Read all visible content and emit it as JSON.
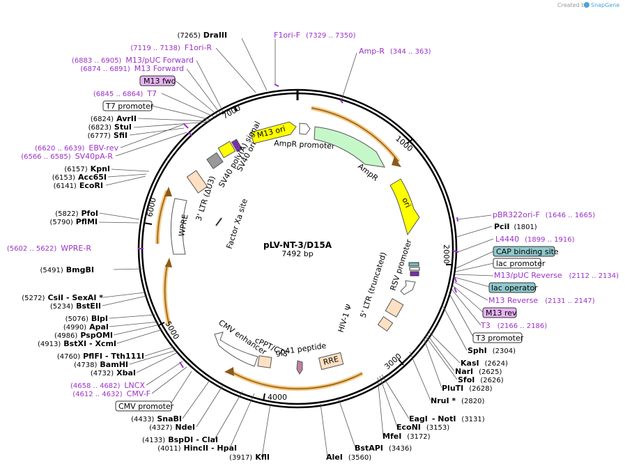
{
  "header": {
    "credit_text": "Created by",
    "brand": "SnapGene"
  },
  "plasmid": {
    "name": "pLV-NT-3/D15A",
    "length": "7492 bp"
  },
  "ticks": [
    "1000",
    "2000",
    "3000",
    "4000",
    "5000",
    "6000",
    "7000"
  ],
  "features": {
    "ampr_promoter": "AmpR promoter",
    "ampr": "AmpR",
    "ori": "ori",
    "m13_ori": "M13 ori",
    "sv40_ori": "SV40 ori",
    "sv40_polya": "SV40 poly(A) signal",
    "ltr3": "3' LTR (ΔU3)",
    "factor_xa": "Factor Xa site",
    "wpre": "WPRE",
    "rsv": "RSV promoter",
    "ltr5": "5' LTR (truncated)",
    "hiv": "HIV-1 Ψ",
    "rre": "RRE",
    "gp41": "gp41 peptide",
    "cppt": "cPPT/CTS",
    "cmv_enh": "CMV enhancer"
  },
  "labels_left": {
    "dra3": {
      "pos": "(7265)",
      "name": "DraIII"
    },
    "f1ori_r": {
      "pos": "(7119 .. 7138)",
      "name": "F1ori-R"
    },
    "m13puc_fwd": {
      "pos": "(6883 .. 6905)",
      "name": "M13/pUC Forward"
    },
    "m13_fwd": {
      "pos": "(6874 .. 6891)",
      "name": "M13 Forward"
    },
    "m13_fwd_box": "M13 fwd",
    "t7": {
      "pos": "(6845 .. 6864)",
      "name": "T7"
    },
    "t7_promoter": "T7 promoter",
    "avr2": {
      "pos": "(6824)",
      "name": "AvrII"
    },
    "stu1": {
      "pos": "(6823)",
      "name": "StuI"
    },
    "sfi1": {
      "pos": "(6777)",
      "name": "SfiI"
    },
    "ebv_rev": {
      "pos": "(6620 .. 6639)",
      "name": "EBV-rev"
    },
    "sv40pa_r": {
      "pos": "(6566 .. 6585)",
      "name": "SV40pA-R"
    },
    "kpn1": {
      "pos": "(6157)",
      "name": "KpnI"
    },
    "acc65": {
      "pos": "(6153)",
      "name": "Acc65I"
    },
    "ecor1": {
      "pos": "(6141)",
      "name": "EcoRI"
    },
    "pfo1": {
      "pos": "(5822)",
      "name": "PfoI"
    },
    "pflm1": {
      "pos": "(5790)",
      "name": "PflMI"
    },
    "wpre_r": {
      "pos": "(5602 .. 5622)",
      "name": "WPRE-R"
    },
    "bmgb1": {
      "pos": "(5491)",
      "name": "BmgBI"
    },
    "csi1": {
      "pos": "(5272)",
      "name": "CsiI",
      "extra": "- SexAI *"
    },
    "bste2": {
      "pos": "(5234)",
      "name": "BstEII"
    },
    "blp1": {
      "pos": "(5076)",
      "name": "BlpI"
    },
    "apa1": {
      "pos": "(4990)",
      "name": "ApaI"
    },
    "pspom1": {
      "pos": "(4986)",
      "name": "PspOMI"
    },
    "bstx1": {
      "pos": "(4913)",
      "name": "BstXI",
      "extra": "- XcmI"
    },
    "pflf1": {
      "pos": "(4760)",
      "name": "PflFI",
      "extra": "- Tth111I"
    },
    "bamh1": {
      "pos": "(4738)",
      "name": "BamHI"
    },
    "xba1": {
      "pos": "(4732)",
      "name": "XbaI"
    },
    "lncx": {
      "pos": "(4658 .. 4682)",
      "name": "LNCX"
    },
    "cmv_f": {
      "pos": "(4612 .. 4632)",
      "name": "CMV-F"
    },
    "cmv_promoter": "CMV promoter",
    "snab1": {
      "pos": "(4433)",
      "name": "SnaBI"
    },
    "nde1": {
      "pos": "(4327)",
      "name": "NdeI"
    },
    "bspd1": {
      "pos": "(4133)",
      "name": "BspDI",
      "extra": "- ClaI"
    },
    "hinc2": {
      "pos": "(4011)",
      "name": "HincII",
      "extra": "- HpaI"
    },
    "kfl1": {
      "pos": "(3917)",
      "name": "KflI"
    }
  },
  "labels_right": {
    "f1ori_f": {
      "name": "F1ori-F",
      "pos": "(7329 .. 7350)"
    },
    "ampr_r": {
      "name": "Amp-R",
      "pos": "(344 .. 363)"
    },
    "pbr322": {
      "name": "pBR322ori-F",
      "pos": "(1646 .. 1665)"
    },
    "pci1": {
      "name": "PciI",
      "pos": "(1801)"
    },
    "l4440": {
      "name": "L4440",
      "pos": "(1899 .. 1916)"
    },
    "cap_site": "CAP binding site",
    "lac_promoter": "lac promoter",
    "m13puc_rev": {
      "name": "M13/pUC Reverse",
      "pos": "(2112 .. 2134)"
    },
    "lac_operator": "lac operator",
    "m13_rev": {
      "name": "M13 Reverse",
      "pos": "(2131 .. 2147)"
    },
    "m13_rev_box": "M13 rev",
    "t3": {
      "name": "T3",
      "pos": "(2166 .. 2186)"
    },
    "t3_promoter": "T3 promoter",
    "sph1": {
      "name": "SphI",
      "pos": "(2304)"
    },
    "kas1": {
      "name": "KasI",
      "pos": "(2624)"
    },
    "nar1": {
      "name": "NarI",
      "pos": "(2625)"
    },
    "sfo1": {
      "name": "SfoI",
      "pos": "(2626)"
    },
    "plut1": {
      "name": "PluTI",
      "pos": "(2628)"
    },
    "nru1": {
      "name": "NruI *",
      "pos": "(2820)"
    },
    "eag1": {
      "name": "EagI",
      "extra": "- NotI",
      "pos": "(3131)"
    },
    "econ1": {
      "name": "EcoNI",
      "pos": "(3153)"
    },
    "mfe1": {
      "name": "MfeI",
      "pos": "(3172)"
    },
    "bstap1": {
      "name": "BstAPI",
      "pos": "(3436)"
    },
    "ale1": {
      "name": "AleI",
      "pos": "(3560)"
    }
  },
  "colors": {
    "primer": "#9b30c8",
    "ampr_fill": "#c6f7c9",
    "ori_fill": "#ffff00",
    "ltr_fill": "#ffe0c2",
    "cap_box": "#90c8cc",
    "primer_box": "#e6b3f0",
    "orange": "#f0b860"
  }
}
